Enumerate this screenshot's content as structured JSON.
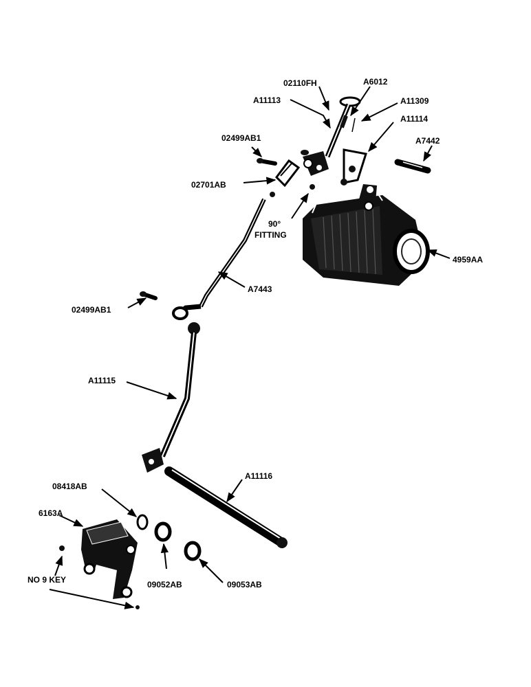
{
  "labels": {
    "p02110fh": "02110FH",
    "a6012": "A6012",
    "a11113": "A11113",
    "a11309": "A11309",
    "a11114": "A11114",
    "p02499ab1_top": "02499AB1",
    "a7442": "A7442",
    "p02701ab": "02701AB",
    "fitting_line1": "90°",
    "fitting_line2": "FITTING",
    "p4959aa": "4959AA",
    "a7443": "A7443",
    "p02499ab1_mid": "02499AB1",
    "a11115": "A11115",
    "a11116": "A11116",
    "p08418ab": "08418AB",
    "p6163a": "6163A",
    "no9key": "NO 9 KEY",
    "p09052ab": "09052AB",
    "p09053ab": "09053AB"
  }
}
